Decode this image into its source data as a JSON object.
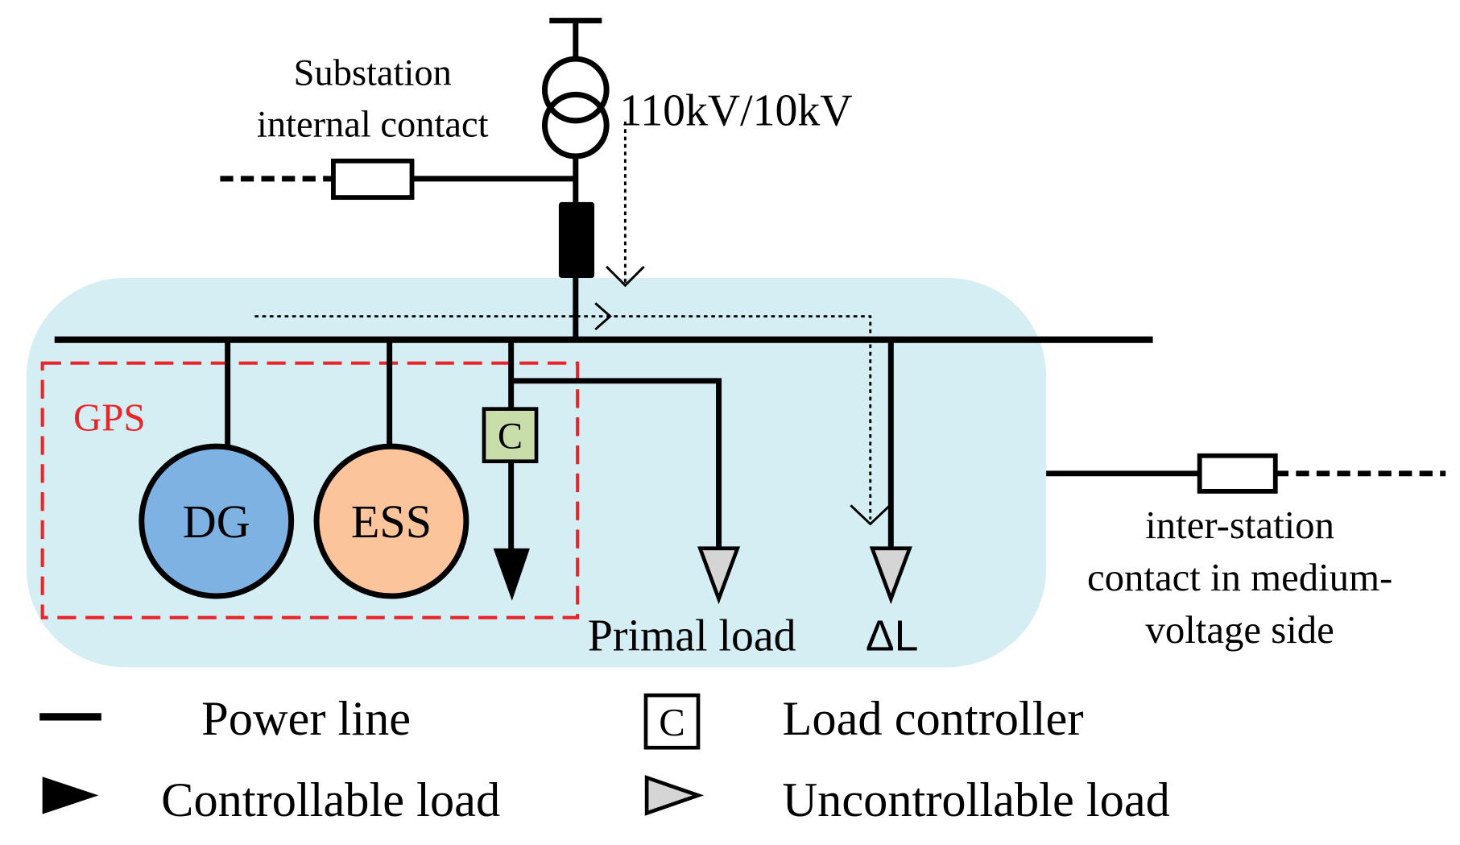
{
  "colors": {
    "zone_fill": "#d5eef3",
    "gps_border": "#e8252a",
    "dg_fill": "#7eb2e3",
    "ess_fill": "#fcc49b",
    "controller_fill": "#c8ddaa",
    "uncontrollable_fill": "#d5d5d5",
    "line": "#000000"
  },
  "labels": {
    "substation_contact": [
      "Substation",
      "internal contact"
    ],
    "transformer_ratio": "110kV/10kV",
    "gps": "GPS",
    "dg": "DG",
    "ess": "ESS",
    "controller": "C",
    "primal_load": "Primal load",
    "delta_load": "ΔL",
    "inter_station": [
      "inter-station",
      "contact in medium-",
      "voltage side"
    ]
  },
  "legend": {
    "power_line": "Power line",
    "controller_symbol": "C",
    "load_controller": "Load controller",
    "controllable_load": "Controllable load",
    "uncontrollable_load": "Uncontrollable load"
  }
}
